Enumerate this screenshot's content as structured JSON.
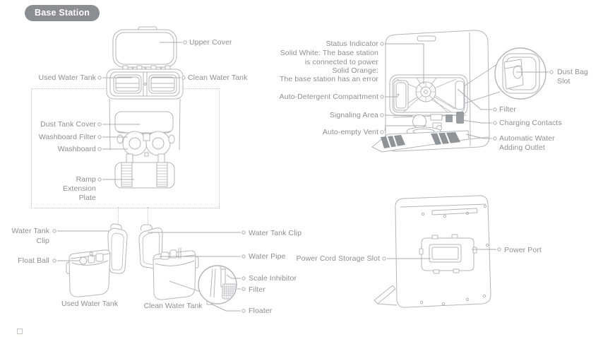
{
  "badge": "Base Station",
  "colors": {
    "badge_bg": "#8a8e93",
    "badge_text": "#ffffff",
    "label_text": "#8b9095",
    "line_art": "#b2b6ba",
    "leader_line": "#a8acb1",
    "dark_strip": "#8f9499"
  },
  "diagrams": {
    "front_top": {
      "upper_cover": "Upper Cover",
      "used_water_tank": "Used Water Tank",
      "clean_water_tank": "Clean Water Tank",
      "dust_tank_cover": "Dust Tank Cover",
      "washboard_filter": "Washboard Filter",
      "washboard": "Washboard",
      "ramp_extension_plate": [
        "Ramp",
        "Extension",
        "Plate"
      ]
    },
    "station_front": {
      "status_indicator": "Status Indicator",
      "status_notes": [
        "Solid White: The base station",
        "is connected to power",
        "Solid Orange:",
        "The base station has an error"
      ],
      "auto_detergent_compartment": "Auto-Detergent Compartment",
      "signaling_area": "Signaling Area",
      "auto_empty_vent": "Auto-empty Vent",
      "dust_bag_slot": [
        "Dust Bag",
        "Slot"
      ],
      "filter": "Filter",
      "charging_contacts": "Charging Contacts",
      "automatic_water_adding_outlet": [
        "Automatic Water",
        "Adding Outlet"
      ]
    },
    "water_tanks": {
      "water_tank_clip_left": [
        "Water Tank",
        "Clip"
      ],
      "float_ball": "Float Ball",
      "used_caption": "Used Water Tank",
      "clean_caption": "Clean Water Tank",
      "water_tank_clip": "Water Tank Clip",
      "water_pipe": "Water Pipe",
      "scale_inhibitor": "Scale Inhibitor",
      "filter": "Filter",
      "floater": "Floater"
    },
    "back": {
      "power_cord_storage_slot": "Power Cord Storage Slot",
      "power_port": "Power Port"
    }
  }
}
